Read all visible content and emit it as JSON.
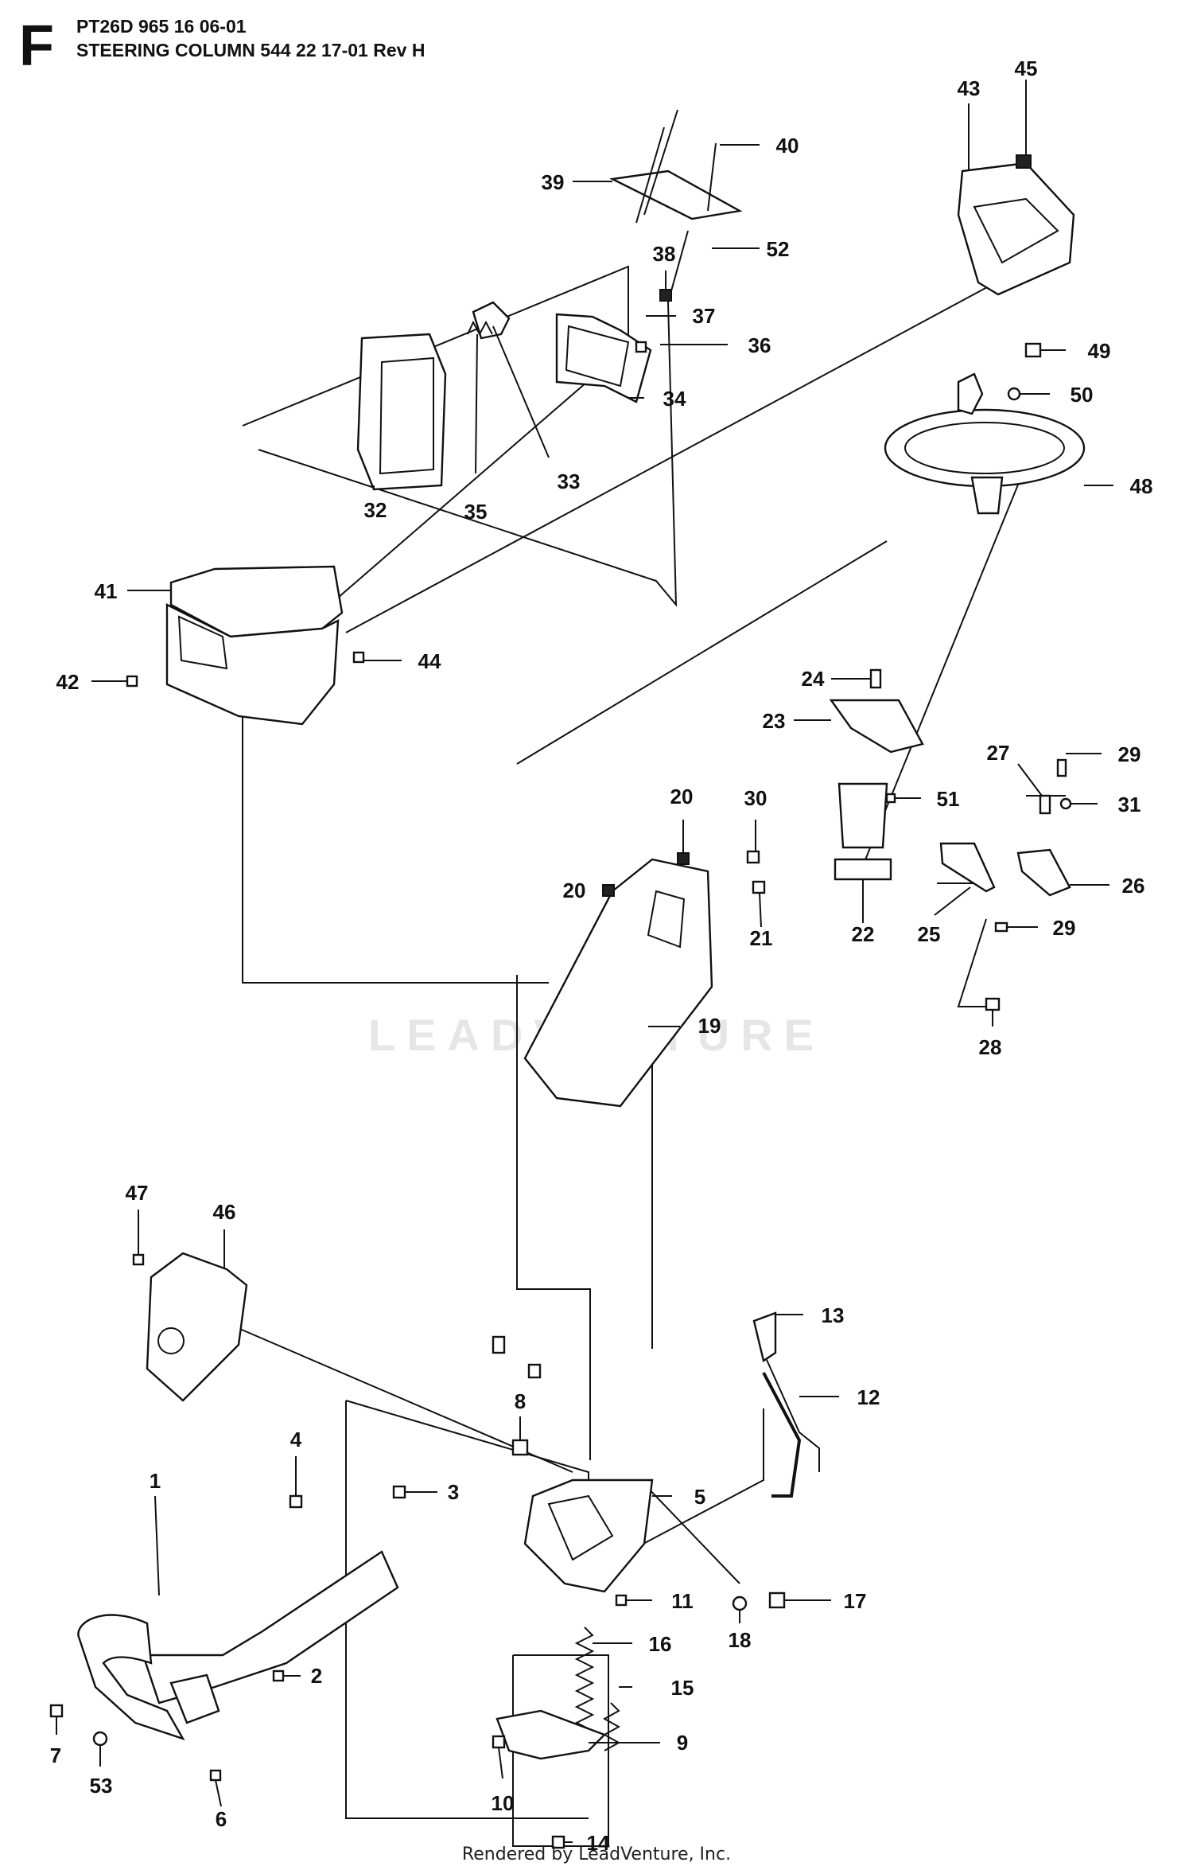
{
  "header": {
    "section_letter": "F",
    "line1": "PT26D 965 16 06-01",
    "line2": "STEERING COLUMN 544 22 17-01 Rev H"
  },
  "watermark": "LEADVENTURE",
  "footer": "Rendered by LeadVenture, Inc.",
  "callouts": [
    "1",
    "2",
    "3",
    "4",
    "5",
    "6",
    "7",
    "8",
    "9",
    "10",
    "11",
    "12",
    "13",
    "14",
    "15",
    "16",
    "17",
    "18",
    "19",
    "20",
    "21",
    "22",
    "23",
    "24",
    "25",
    "26",
    "27",
    "28",
    "29",
    "30",
    "31",
    "32",
    "33",
    "34",
    "35",
    "36",
    "37",
    "38",
    "39",
    "40",
    "41",
    "42",
    "43",
    "44",
    "45",
    "46",
    "47",
    "48",
    "49",
    "50",
    "51",
    "52",
    "53"
  ]
}
